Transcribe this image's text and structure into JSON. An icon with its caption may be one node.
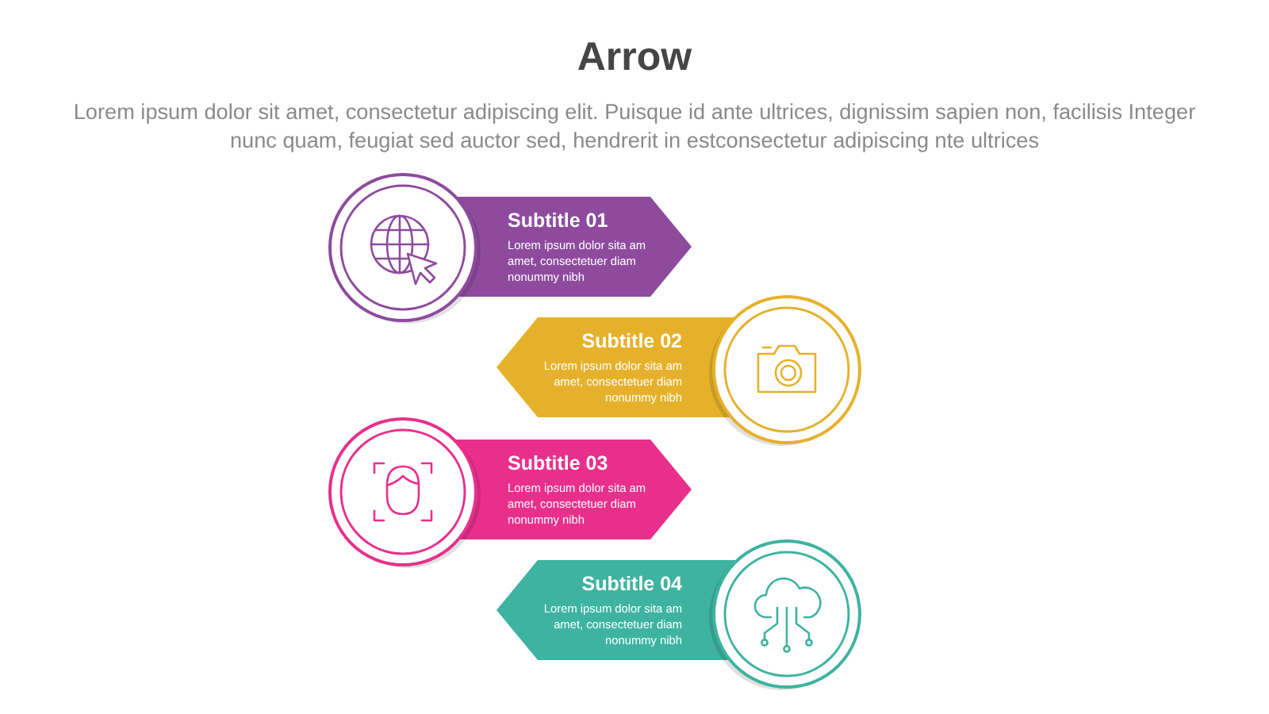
{
  "diagram": {
    "title": "Arrow",
    "nodes": [
      {
        "text": [
          "Subtitle 01",
          "Lorem ipsum dolor sita am amet, consectetuer diam nonummy  nibh"
        ]
      },
      {
        "text": [
          "Subtitle 02",
          "Lorem ipsum dolor sita am amet, consectetuer diam nonummy  nibh"
        ]
      },
      {
        "text": [
          "Subtitle 03",
          "Lorem ipsum dolor sita am amet, consectetuer diam nonummy  nibh"
        ]
      },
      {
        "text": [
          "Subtitle 04",
          "Lorem ipsum dolor sita am amet, consectetuer diam nonummy  nibh"
        ]
      }
    ],
    "labels": [
      "Lorem ipsum dolor sit amet, consectetur adipiscing elit. Puisque id ante ultrices, dignissim sapien non, facilisis Integer nunc quam, feugiat sed auctor sed, hendrerit in estconsectetur adipiscing nte ultrices"
    ]
  }
}
